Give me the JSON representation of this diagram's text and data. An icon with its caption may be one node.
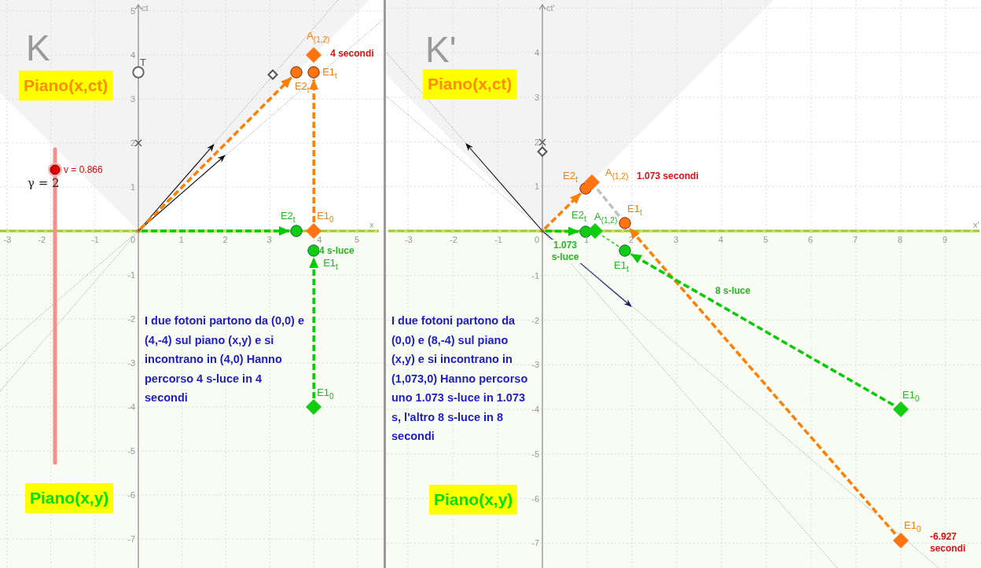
{
  "diagram": {
    "nodes": [
      {
        "text": [
          "Piano(x,ct)"
        ]
      },
      {
        "text": [
          "T"
        ]
      },
      {
        "text": [],
        "shape": "diamond"
      },
      {
        "text": [
          "A$_{(1,2)}$"
        ],
        "beside": [
          "4 secondi"
        ]
      },
      {
        "text": [
          "E2$_{t}$"
        ]
      },
      {
        "text": [
          "E1$_{t}$"
        ]
      },
      {
        "text": [
          "E2$_{t}$"
        ]
      },
      {
        "text": [
          "E1$_{0}$"
        ]
      },
      {
        "text": [
          "E1$_{t}$"
        ]
      },
      {
        "text": [
          "E1$_{0}$"
        ]
      },
      {
        "text": [
          "Piano(x,y)"
        ]
      },
      {
        "text": [
          "Piano(x,ct)"
        ]
      },
      {
        "text": [],
        "shape": "diamond"
      },
      {
        "text": [
          "E2$_{t}$"
        ]
      },
      {
        "text": [
          "A$_{(1,2)}$"
        ],
        "beside": [
          "1.073 secondi"
        ]
      },
      {
        "text": [
          "E1$_{t}$"
        ]
      },
      {
        "text": [
          "E2$_{t}$"
        ]
      },
      {
        "text": [
          "A$_{(1,2)}$"
        ]
      },
      {
        "text": [
          "E1$_{t}$"
        ]
      },
      {
        "text": [
          "E1$_{0}$"
        ]
      },
      {
        "text": [
          "E1$_{0}$"
        ],
        "beside": [
          "-6.927 secondi"
        ]
      },
      {
        "text": [
          "Piano(x,y)"
        ]
      },
      {
        "text": [],
        "shape": "circle"
      },
      {
        "text": [],
        "shape": "circle"
      }
    ],
    "edges": [
      {
        "from": 22,
        "to": 4,
        "arrow": "to",
        "style": "dashed",
        "color": "#ff7f00"
      },
      {
        "from": 7,
        "to": 5,
        "arrow": "to",
        "style": "dashed",
        "color": "#ff7f00"
      },
      {
        "from": 22,
        "to": 6,
        "arrow": "to",
        "style": "dashed",
        "color": "#00cc00"
      },
      {
        "from": 9,
        "to": 8,
        "arrow": "to",
        "label": "4 s-luce",
        "style": "dashed",
        "color": "#00cc00"
      },
      {
        "from": 23,
        "to": 13,
        "arrow": "to",
        "style": "dashed",
        "color": "#ff7f00"
      },
      {
        "from": 20,
        "to": 15,
        "arrow": "to",
        "style": "dashed",
        "color": "#ff7f00"
      },
      {
        "from": 14,
        "to": 15,
        "arrow": "none",
        "style": "dashed",
        "color": "#c0c0c0"
      },
      {
        "from": 23,
        "to": 16,
        "arrow": "to",
        "label": "1.073 s-luce",
        "style": "dashed",
        "color": "#00cc00"
      },
      {
        "from": 19,
        "to": 18,
        "arrow": "to",
        "label": "8 s-luce",
        "style": "dashed",
        "color": "#00cc00"
      },
      {
        "from": 17,
        "to": 18,
        "arrow": "none",
        "style": "dashed",
        "color": "#00cc00"
      }
    ],
    "labels": [
      "K",
      "ct",
      "x",
      "-3",
      "-2",
      "-1",
      "0",
      "1",
      "2",
      "3",
      "4",
      "5",
      "5",
      "4",
      "3",
      "2",
      "1",
      "-1",
      "-2",
      "-3",
      "-4",
      "-5",
      "-6",
      "-7",
      "γ = 2",
      "v = 0.866",
      "I due fotoni partono da (0,0) e (4,-4) sul piano (x,y) e si incontrano in (4,0) Hanno percorso 4 s-luce in 4 secondi",
      "K'",
      "ct'",
      "x'",
      "-3",
      "-2",
      "-1",
      "0",
      "1",
      "2",
      "3",
      "4",
      "5",
      "6",
      "7",
      "8",
      "9",
      "4",
      "3",
      "2",
      "1",
      "-1",
      "-2",
      "-3",
      "-4",
      "-5",
      "-6",
      "-7",
      "I due fotoni partono da (0,0) e (8,-4) sul piano (x,y) e si incontrano in (1,073,0) Hanno percorso uno 1.073 s-luce in 1.073 s, l'altro 8 s-luce in 8 secondi"
    ]
  }
}
